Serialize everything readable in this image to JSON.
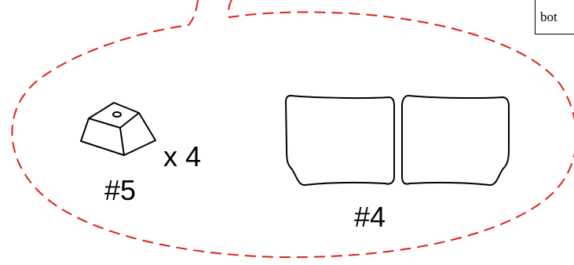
{
  "callout": {
    "text": "bot"
  },
  "parts": {
    "part5": {
      "label": "#5",
      "quantity": "x 4",
      "icon": "rubber-foot-pad-icon"
    },
    "part4": {
      "label": "#4",
      "icon": "pad-pair-icon"
    }
  },
  "colors": {
    "outline": "#e0201b",
    "stroke": "#000000"
  }
}
